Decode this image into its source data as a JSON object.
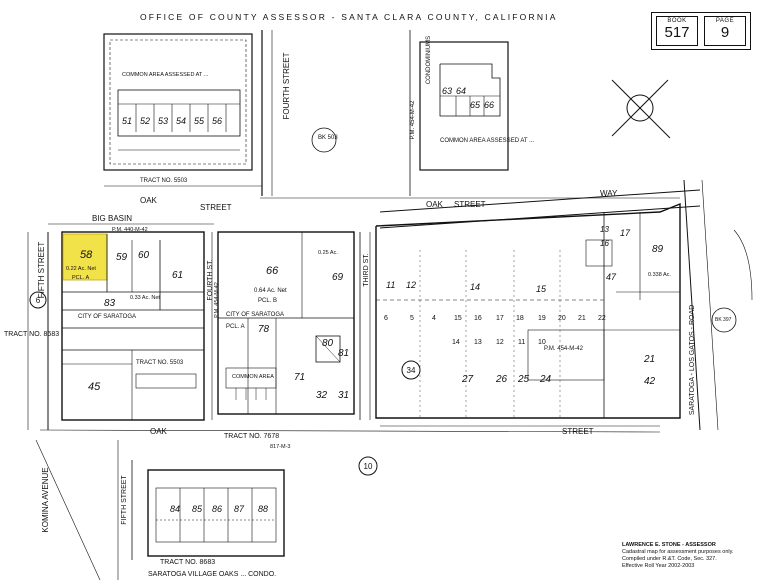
{
  "header": {
    "title": "OFFICE OF COUNTY ASSESSOR - SANTA CLARA COUNTY, CALIFORNIA"
  },
  "book_page": {
    "book_label": "BOOK",
    "book": "517",
    "page_label": "PAGE",
    "page": "9"
  },
  "streets": {
    "fourth_top": "FOURTH STREET",
    "oak_top_left": "OAK",
    "oak_top_mid": "STREET",
    "oak_right": "OAK",
    "oak_right_street": "STREET",
    "big_basin": "BIG BASIN",
    "way": "WAY",
    "fifth_left": "FIFTH STREET",
    "fourth_mid": "FOURTH ST.",
    "third": "THIRD ST.",
    "oak_bottom": "OAK",
    "street_bottom": "STREET",
    "komina": "KOMINA AVENUE",
    "fifth_bottom": "FIFTH STREET",
    "saratoga_los_gatos": "SARATOGA - LOS GATOS - ROAD"
  },
  "labels": {
    "tract_5503_top": "TRACT NO. 5503",
    "tract_5503_mid": "TRACT NO. 5503",
    "tract_8683_left": "TRACT NO. 8683",
    "tract_7678": "TRACT NO. 7678",
    "tract_7678_ref": "817-M-3",
    "tract_8683_bottom": "TRACT NO. 8683",
    "village": "SARATOGA VILLAGE OAKS ... CONDO.",
    "common_area_top": "COMMON AREA ASSESSED AT ...",
    "common_area_condo": "COMMON AREA ASSESSED AT ...",
    "condominiums": "CONDOMINIUMS",
    "pm_condo": "P.M. 454-M-42",
    "city_saratoga_left": "CITY OF SARATOGA",
    "city_saratoga_mid": "CITY OF SARATOGA",
    "pcl_a_left": "PCL. A",
    "pcl_b_mid": "PCL. B",
    "pcl_a_mid": "PCL. A",
    "pm_mid": "P.M. 454-M-42",
    "pm_right": "P.M. 454-M-42",
    "big_basin_pm": "P.M. 440-M-42",
    "acres_58": "0.22 Ac. Net",
    "acres_66": "0.64 Ac. Net",
    "acres_69": "0.25 Ac.",
    "acres_83": "0.33 Ac. Net",
    "acres_89": "0.338 Ac.",
    "bk_503": "BK 503",
    "bk_397": "BK 397",
    "common_area_mid": "COMMON AREA"
  },
  "parcels": {
    "p58": "58",
    "p59": "59",
    "p60": "60",
    "p61": "61",
    "p83": "83",
    "p45": "45",
    "p66": "66",
    "p69": "69",
    "p78": "78",
    "p80": "80",
    "p81": "81",
    "p71": "71",
    "p32": "32",
    "p31": "31",
    "p51": "51",
    "p52": "52",
    "p53": "53",
    "p54": "54",
    "p55": "55",
    "p56": "56",
    "p63": "63",
    "p64": "64",
    "p65": "65",
    "p66c": "66",
    "p11": "11",
    "p12": "12",
    "p14": "14",
    "p15": "15",
    "p16": "16",
    "p13": "13",
    "p17": "17",
    "p47": "47",
    "p89": "89",
    "p21": "21",
    "p42": "42",
    "p27": "27",
    "p26": "26",
    "p25": "25",
    "p24": "24",
    "p84": "84",
    "p85": "85",
    "p86": "86",
    "p87": "87",
    "p88": "88",
    "r6": "6",
    "r5": "5",
    "r4": "4",
    "r15b": "15",
    "r16": "16",
    "r17": "17",
    "r18": "18",
    "r19": "19",
    "r20": "20",
    "r21": "21",
    "r22": "22",
    "r14": "14",
    "r13": "13",
    "r12": "12",
    "r11": "11",
    "r10": "10"
  },
  "circles": {
    "c6": "6",
    "c34": "34",
    "c10": "10"
  },
  "credit": {
    "line1": "LAWRENCE E. STONE - ASSESSOR",
    "line2": "Cadastral map for assessment purposes only.",
    "line3": "Compiled under R.&T. Code, Sec. 327.",
    "line4": "Effective Roll Year 2002-2003"
  }
}
